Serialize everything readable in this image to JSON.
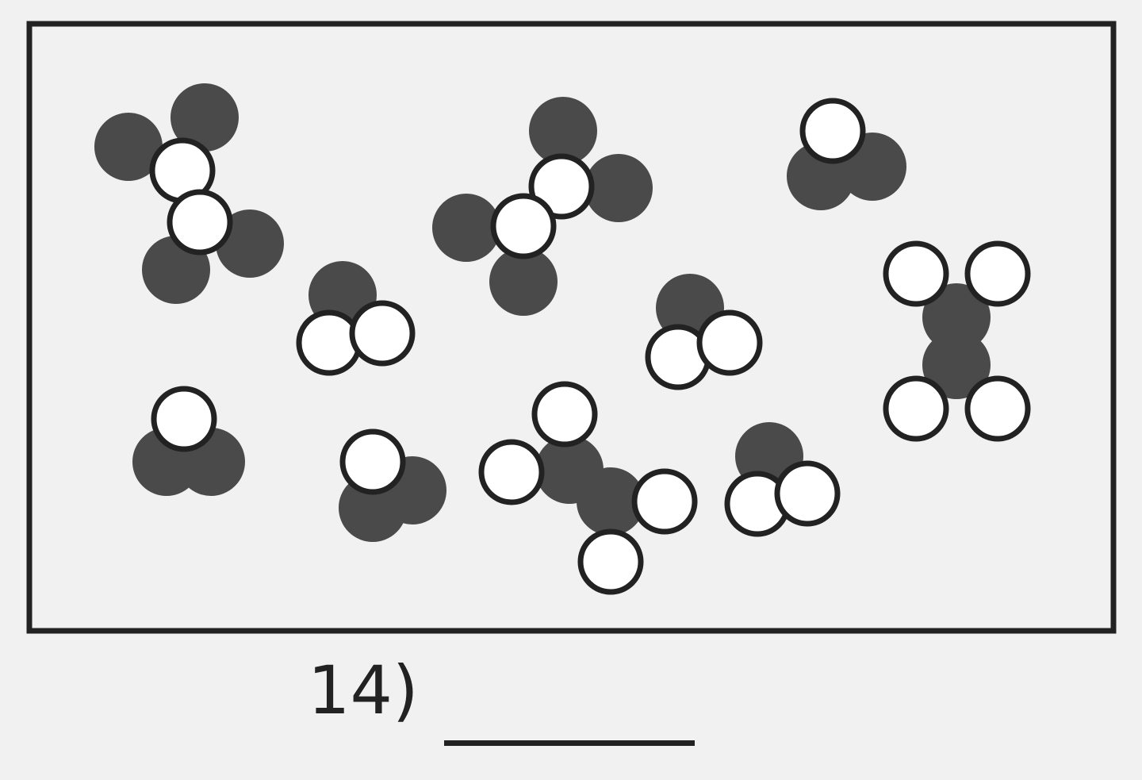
{
  "question": {
    "number_label": "14)"
  },
  "diagram": {
    "molecules": [
      {
        "kind": "large",
        "atoms": [
          {
            "color": "dark"
          },
          {
            "color": "dark"
          },
          {
            "color": "light"
          },
          {
            "color": "light"
          },
          {
            "color": "dark"
          },
          {
            "color": "dark"
          }
        ]
      },
      {
        "kind": "small",
        "atoms": [
          {
            "color": "dark"
          },
          {
            "color": "light"
          },
          {
            "color": "light"
          }
        ]
      },
      {
        "kind": "large",
        "atoms": [
          {
            "color": "dark"
          },
          {
            "color": "dark"
          },
          {
            "color": "light"
          },
          {
            "color": "light"
          },
          {
            "color": "dark"
          },
          {
            "color": "dark"
          }
        ]
      },
      {
        "kind": "small",
        "atoms": [
          {
            "color": "dark"
          },
          {
            "color": "light"
          },
          {
            "color": "light"
          }
        ]
      },
      {
        "kind": "small",
        "atoms": [
          {
            "color": "dark"
          },
          {
            "color": "dark"
          },
          {
            "color": "light"
          }
        ]
      },
      {
        "kind": "large",
        "atoms": [
          {
            "color": "light"
          },
          {
            "color": "light"
          },
          {
            "color": "dark"
          },
          {
            "color": "dark"
          },
          {
            "color": "light"
          },
          {
            "color": "light"
          }
        ]
      },
      {
        "kind": "small",
        "atoms": [
          {
            "color": "dark"
          },
          {
            "color": "dark"
          },
          {
            "color": "light"
          }
        ]
      },
      {
        "kind": "small",
        "atoms": [
          {
            "color": "dark"
          },
          {
            "color": "dark"
          },
          {
            "color": "light"
          }
        ]
      },
      {
        "kind": "large",
        "atoms": [
          {
            "color": "light"
          },
          {
            "color": "light"
          },
          {
            "color": "dark"
          },
          {
            "color": "dark"
          },
          {
            "color": "light"
          },
          {
            "color": "light"
          }
        ]
      },
      {
        "kind": "small",
        "atoms": [
          {
            "color": "dark"
          },
          {
            "color": "light"
          },
          {
            "color": "light"
          }
        ]
      }
    ]
  },
  "colors": {
    "background": "#f1f1f1",
    "ink": "#222222",
    "dark_atom": "#4a4a4a",
    "light_atom": "#ffffff"
  }
}
